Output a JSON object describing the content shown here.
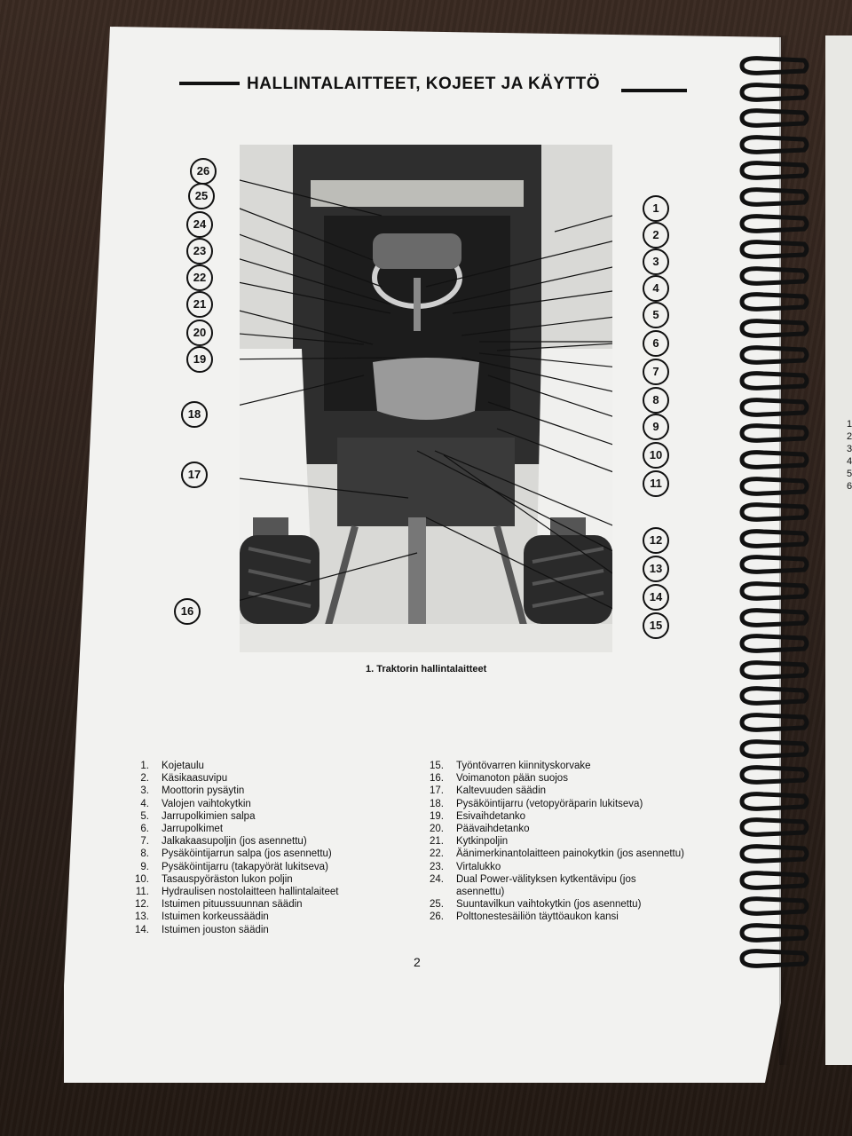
{
  "header": {
    "title": "HALLINTALAITTEET, KOJEET JA KÄYTTÖ"
  },
  "figure": {
    "caption": "1. Traktorin hallintalaitteet",
    "callouts": [
      "1",
      "2",
      "3",
      "4",
      "5",
      "6",
      "7",
      "8",
      "9",
      "10",
      "11",
      "12",
      "13",
      "14",
      "15",
      "16",
      "17",
      "18",
      "19",
      "20",
      "21",
      "22",
      "23",
      "24",
      "25",
      "26"
    ]
  },
  "legend": {
    "left": [
      {
        "num": "1.",
        "text": "Kojetaulu"
      },
      {
        "num": "2.",
        "text": "Käsikaasuvipu"
      },
      {
        "num": "3.",
        "text": "Moottorin pysäytin"
      },
      {
        "num": "4.",
        "text": "Valojen vaihtokytkin"
      },
      {
        "num": "5.",
        "text": "Jarrupolkimien salpa"
      },
      {
        "num": "6.",
        "text": "Jarrupolkimet"
      },
      {
        "num": "7.",
        "text": "Jalkakaasupoljin (jos asennettu)"
      },
      {
        "num": "8.",
        "text": "Pysäköintijarrun salpa (jos asennettu)"
      },
      {
        "num": "9.",
        "text": "Pysäköintijarru (takapyörät lukitseva)"
      },
      {
        "num": "10.",
        "text": "Tasauspyöräston lukon poljin"
      },
      {
        "num": "11.",
        "text": "Hydraulisen nostolaitteen hallintalaiteet"
      },
      {
        "num": "12.",
        "text": "Istuimen pituussuunnan säädin"
      },
      {
        "num": "13.",
        "text": "Istuimen korkeussäädin"
      },
      {
        "num": "14.",
        "text": "Istuimen jouston säädin"
      }
    ],
    "right": [
      {
        "num": "15.",
        "text": "Työntövarren kiinnityskorvake"
      },
      {
        "num": "16.",
        "text": "Voimanoton pään suojos"
      },
      {
        "num": "17.",
        "text": "Kaltevuuden säädin"
      },
      {
        "num": "18.",
        "text": "Pysäköintijarru (vetopyöräparin lukitseva)"
      },
      {
        "num": "19.",
        "text": "Esivaihdetanko"
      },
      {
        "num": "20.",
        "text": "Päävaihdetanko"
      },
      {
        "num": "21.",
        "text": "Kytkinpoljin"
      },
      {
        "num": "22.",
        "text": "Äänimerkinantolaitteen painokytkin (jos asennettu)"
      },
      {
        "num": "23.",
        "text": "Virtalukko"
      },
      {
        "num": "24.",
        "text": "Dual Power-välityksen kytkentävipu (jos asennettu)"
      },
      {
        "num": "25.",
        "text": "Suuntavilkun vaihtokytkin (jos asennettu)"
      },
      {
        "num": "26.",
        "text": "Polttonestesäiliön täyttöaukon kansi"
      }
    ]
  },
  "page_number": "2",
  "facing_page": {
    "row_numbers": [
      "1",
      "2",
      "3",
      "4",
      "5",
      "6"
    ]
  }
}
